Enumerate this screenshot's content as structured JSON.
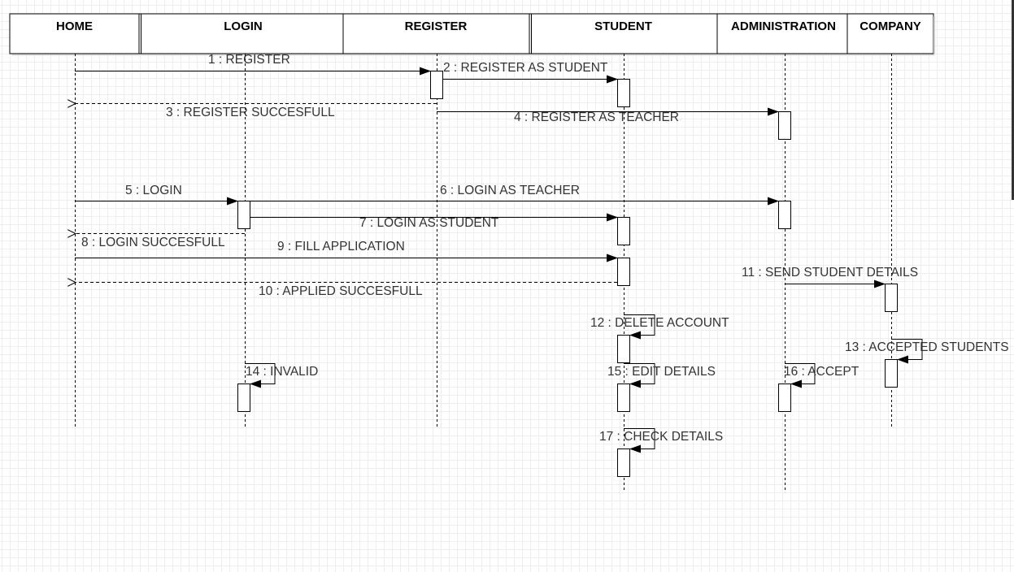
{
  "diagram": {
    "type": "sequence",
    "participants": [
      {
        "id": "home",
        "label": "HOME"
      },
      {
        "id": "login",
        "label": "LOGIN"
      },
      {
        "id": "register",
        "label": "REGISTER"
      },
      {
        "id": "student",
        "label": "STUDENT"
      },
      {
        "id": "administration",
        "label": "ADMINISTRATION"
      },
      {
        "id": "company",
        "label": "COMPANY"
      }
    ],
    "messages": [
      {
        "from": "home",
        "to": "register",
        "label": "1 : REGISTER",
        "kind": "sync"
      },
      {
        "from": "register",
        "to": "student",
        "label": "2 : REGISTER AS STUDENT",
        "kind": "sync"
      },
      {
        "from": "register",
        "to": "home",
        "label": "3 : REGISTER SUCCESFULL",
        "kind": "reply"
      },
      {
        "from": "register",
        "to": "administration",
        "label": "4 : REGISTER AS TEACHER",
        "kind": "sync"
      },
      {
        "from": "home",
        "to": "login",
        "label": "5 : LOGIN",
        "kind": "sync"
      },
      {
        "from": "login",
        "to": "administration",
        "label": "6 : LOGIN AS TEACHER",
        "kind": "sync"
      },
      {
        "from": "login",
        "to": "student",
        "label": "7 : LOGIN AS STUDENT",
        "kind": "sync"
      },
      {
        "from": "login",
        "to": "home",
        "label": "8 : LOGIN SUCCESFULL",
        "kind": "reply"
      },
      {
        "from": "home",
        "to": "student",
        "label": "9 : FILL APPLICATION",
        "kind": "sync"
      },
      {
        "from": "student",
        "to": "home",
        "label": "10 : APPLIED SUCCESFULL",
        "kind": "reply"
      },
      {
        "from": "administration",
        "to": "company",
        "label": "11 : SEND STUDENT DETAILS",
        "kind": "sync"
      },
      {
        "from": "student",
        "to": "student",
        "label": "12 : DELETE ACCOUNT",
        "kind": "self"
      },
      {
        "from": "company",
        "to": "company",
        "label": "13 : ACCEPTED STUDENTS",
        "kind": "self"
      },
      {
        "from": "login",
        "to": "login",
        "label": "14 : INVALID",
        "kind": "self"
      },
      {
        "from": "student",
        "to": "student",
        "label": "15 : EDIT DETAILS",
        "kind": "self"
      },
      {
        "from": "administration",
        "to": "administration",
        "label": "16 : ACCEPT",
        "kind": "self"
      },
      {
        "from": "student",
        "to": "student",
        "label": "17 : CHECK DETAILS",
        "kind": "self"
      }
    ]
  }
}
